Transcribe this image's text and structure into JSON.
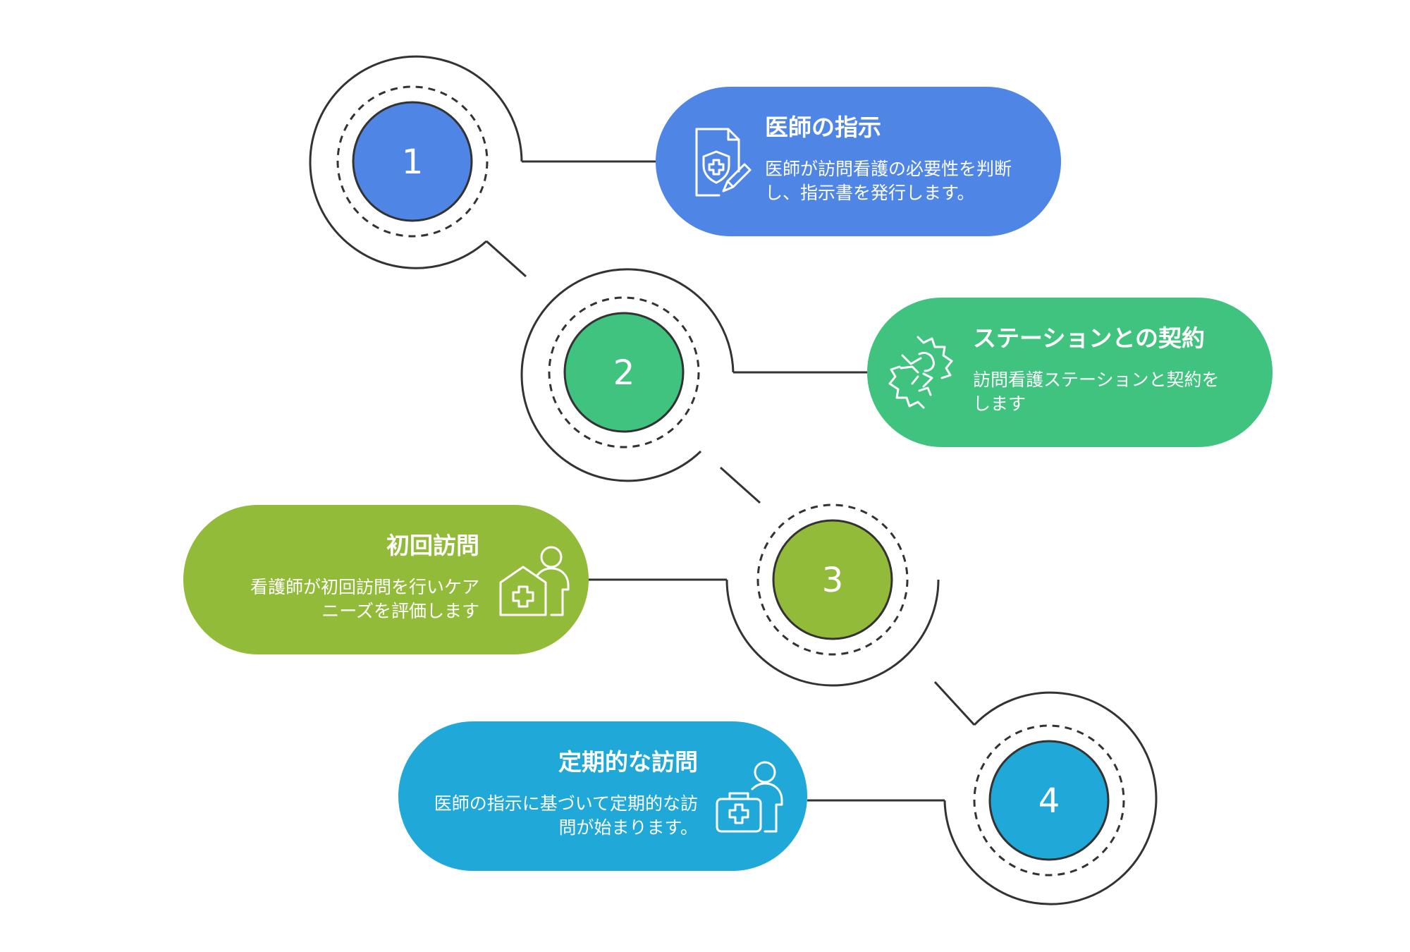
{
  "colors": {
    "step1": "#4F86E5",
    "step2": "#3FC37F",
    "step3": "#93BB3A",
    "step4": "#1FA8D8",
    "outline": "#333333"
  },
  "steps": [
    {
      "number": "1",
      "title": "医師の指示",
      "description": "医師が訪問看護の必要性を判断し、指示書を発行します。",
      "icon": "medical-document-pen-icon"
    },
    {
      "number": "2",
      "title": "ステーションとの契約",
      "description": "訪問看護ステーションと契約をします",
      "icon": "handshake-icon"
    },
    {
      "number": "3",
      "title": "初回訪問",
      "description": "看護師が初回訪問を行いケアニーズを評価します",
      "icon": "house-medical-person-icon"
    },
    {
      "number": "4",
      "title": "定期的な訪問",
      "description": "医師の指示に基づいて定期的な訪問が始まります。",
      "icon": "medical-bag-person-icon"
    }
  ]
}
